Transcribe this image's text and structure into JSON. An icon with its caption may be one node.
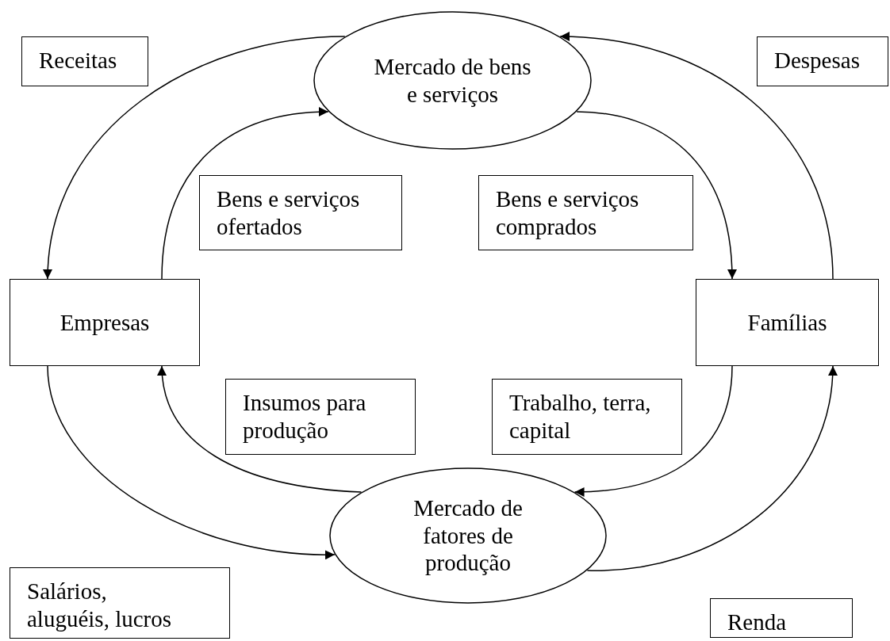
{
  "diagram": {
    "nodes": [
      {
        "text": [
          "Receitas"
        ]
      },
      {
        "text": [
          "Mercado de bens e serviços"
        ]
      },
      {
        "text": [
          "Despesas"
        ]
      },
      {
        "text": [
          "Bens e serviços ofertados"
        ]
      },
      {
        "text": [
          "Bens e serviços comprados"
        ]
      },
      {
        "text": [
          "Empresas"
        ]
      },
      {
        "text": [
          "Famílias"
        ]
      },
      {
        "text": [
          "Insumos para produção"
        ]
      },
      {
        "text": [
          "Trabalho, terra, capital"
        ]
      },
      {
        "text": [
          "Mercado de fatores de produção"
        ]
      },
      {
        "text": [
          "Salários, aluguéis, lucros"
        ]
      },
      {
        "text": [
          "Renda"
        ]
      }
    ],
    "edges": [
      {
        "from": 1,
        "to": 5,
        "arrow": "to"
      },
      {
        "from": 5,
        "to": 1,
        "arrow": "to"
      },
      {
        "from": 1,
        "to": 6,
        "arrow": "to"
      },
      {
        "from": 6,
        "to": 1,
        "arrow": "to"
      },
      {
        "from": 6,
        "to": 9,
        "arrow": "to"
      },
      {
        "from": 9,
        "to": 5,
        "arrow": "to"
      },
      {
        "from": 5,
        "to": 9,
        "arrow": "to"
      },
      {
        "from": 9,
        "to": 6,
        "arrow": "to"
      }
    ]
  }
}
